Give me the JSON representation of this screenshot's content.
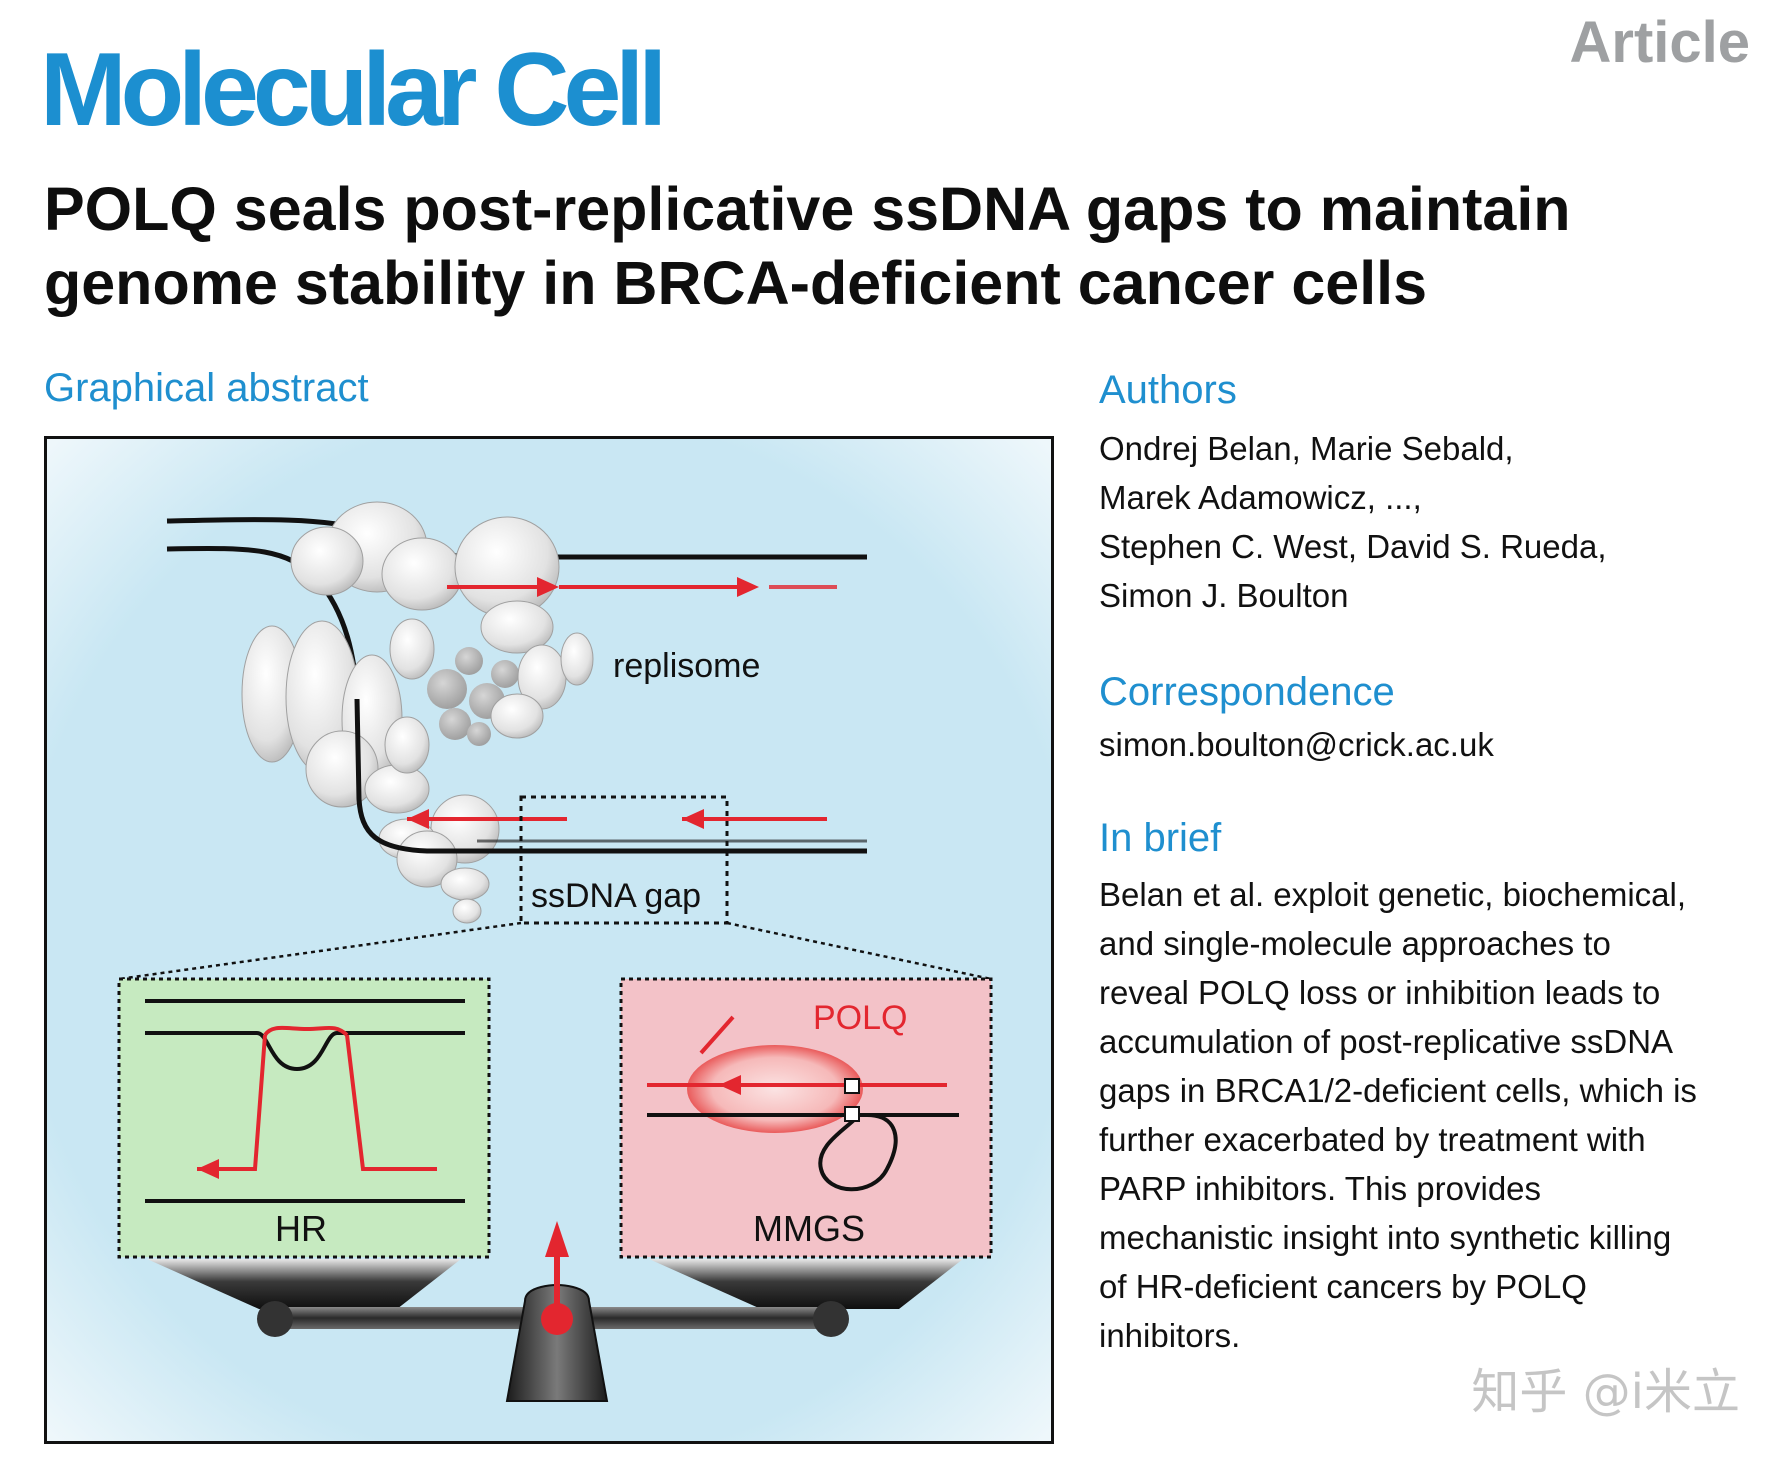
{
  "header": {
    "journal": "Molecular Cell",
    "article_type": "Article"
  },
  "paper": {
    "title_line1": "POLQ seals post-replicative ssDNA gaps to maintain",
    "title_line2": "genome stability in BRCA-deficient cancer cells"
  },
  "graphical_abstract": {
    "heading": "Graphical abstract",
    "labels": {
      "replisome": "replisome",
      "ssdna_gap": "ssDNA gap",
      "polq": "POLQ",
      "hr": "HR",
      "mmgs": "MMGS"
    }
  },
  "authors": {
    "heading": "Authors",
    "lines": [
      "Ondrej Belan, Marie Sebald,",
      "Marek Adamowicz, ...,",
      "Stephen C. West, David S. Rueda,",
      "Simon J. Boulton"
    ]
  },
  "correspondence": {
    "heading": "Correspondence",
    "email": "simon.boulton@crick.ac.uk"
  },
  "in_brief": {
    "heading": "In brief",
    "lines": [
      "Belan et al. exploit genetic, biochemical,",
      "and single-molecule approaches to",
      "reveal POLQ loss or inhibition leads to",
      "accumulation of post-replicative ssDNA",
      "gaps in BRCA1/2-deficient cells, which is",
      "further exacerbated by treatment with",
      "PARP inhibitors. This provides",
      "mechanistic insight into synthetic killing",
      "of HR-deficient cancers by POLQ",
      "inhibitors."
    ]
  },
  "watermark": "知乎 @i米立",
  "colors": {
    "brand_blue": "#1c8fd0",
    "dna_red": "#e3262f",
    "hr_green": "#c6eac0",
    "mmgs_pink": "#f3c2c8",
    "background_blue": "#c9e7f3"
  }
}
